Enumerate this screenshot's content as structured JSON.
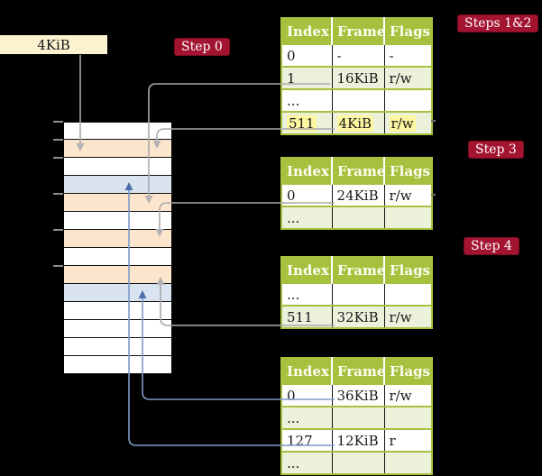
{
  "colors": {
    "background": "#000000",
    "crimson": "#a31431",
    "crimson_border": "#7a0c20",
    "olive": "#a6c13d",
    "row_alt": "#ebf1da",
    "highlight_yellow": "#fdf7a1",
    "cream": "#fdf2d0",
    "peach": "#fce5cd",
    "light_blue": "#dae4f1",
    "gray_line": "#a9a9a9",
    "gray_arrow": "#b3b3b3",
    "blue_line": "#7e9ac8",
    "blue_arrow": "#4d6fa7"
  },
  "free_frame_box": {
    "label": "4KiB"
  },
  "badges": {
    "step0": {
      "label": "Step 0"
    },
    "steps12": {
      "label": "Steps 1&2"
    },
    "step3": {
      "label": "Step 3"
    },
    "step4": {
      "label": "Step 4"
    }
  },
  "page_tables": [
    {
      "name": "page-table-steps-1-2",
      "headers": [
        "Index",
        "Frame",
        "Flags"
      ],
      "rows": [
        {
          "cells": [
            "0",
            "-",
            "-"
          ],
          "shaded": false,
          "highlight": false
        },
        {
          "cells": [
            "1",
            "16KiB",
            "r/w"
          ],
          "shaded": true,
          "highlight": false
        },
        {
          "cells": [
            "...",
            "",
            ""
          ],
          "shaded": false,
          "highlight": false
        },
        {
          "cells": [
            "511",
            "4KiB",
            "r/w"
          ],
          "shaded": true,
          "highlight": true
        }
      ]
    },
    {
      "name": "page-table-step-3",
      "headers": [
        "Index",
        "Frame",
        "Flags"
      ],
      "rows": [
        {
          "cells": [
            "0",
            "24KiB",
            "r/w"
          ],
          "shaded": false,
          "highlight": false
        },
        {
          "cells": [
            "...",
            "",
            ""
          ],
          "shaded": true,
          "highlight": false
        }
      ]
    },
    {
      "name": "page-table-step-4",
      "headers": [
        "Index",
        "Frame",
        "Flags"
      ],
      "rows": [
        {
          "cells": [
            "...",
            "",
            ""
          ],
          "shaded": false,
          "highlight": false
        },
        {
          "cells": [
            "511",
            "32KiB",
            "r/w"
          ],
          "shaded": true,
          "highlight": false
        }
      ]
    },
    {
      "name": "page-table-final",
      "headers": [
        "Index",
        "Frame",
        "Flags"
      ],
      "rows": [
        {
          "cells": [
            "0",
            "36KiB",
            "r/w"
          ],
          "shaded": false,
          "highlight": false
        },
        {
          "cells": [
            "...",
            "",
            ""
          ],
          "shaded": true,
          "highlight": false
        },
        {
          "cells": [
            "127",
            "12KiB",
            "r"
          ],
          "shaded": false,
          "highlight": false
        },
        {
          "cells": [
            "...",
            "",
            ""
          ],
          "shaded": true,
          "highlight": false
        }
      ]
    }
  ],
  "memory_stack": {
    "row_fills": [
      "white",
      "peach",
      "white",
      "blue",
      "peach",
      "white",
      "peach",
      "white",
      "peach",
      "blue",
      "white",
      "white",
      "white",
      "white"
    ]
  },
  "connectors": [
    {
      "name": "free-frame-to-4kib-frame",
      "color": "gray"
    },
    {
      "name": "entry-1-16kib-to-frame",
      "color": "gray"
    },
    {
      "name": "entry-511-4kib-to-frame",
      "color": "gray"
    },
    {
      "name": "entry-0-24kib-to-frame",
      "color": "gray"
    },
    {
      "name": "entry-511-32kib-to-frame",
      "color": "gray"
    },
    {
      "name": "entry-0-36kib-to-frame",
      "color": "blue"
    },
    {
      "name": "entry-127-12kib-to-frame",
      "color": "blue"
    }
  ]
}
